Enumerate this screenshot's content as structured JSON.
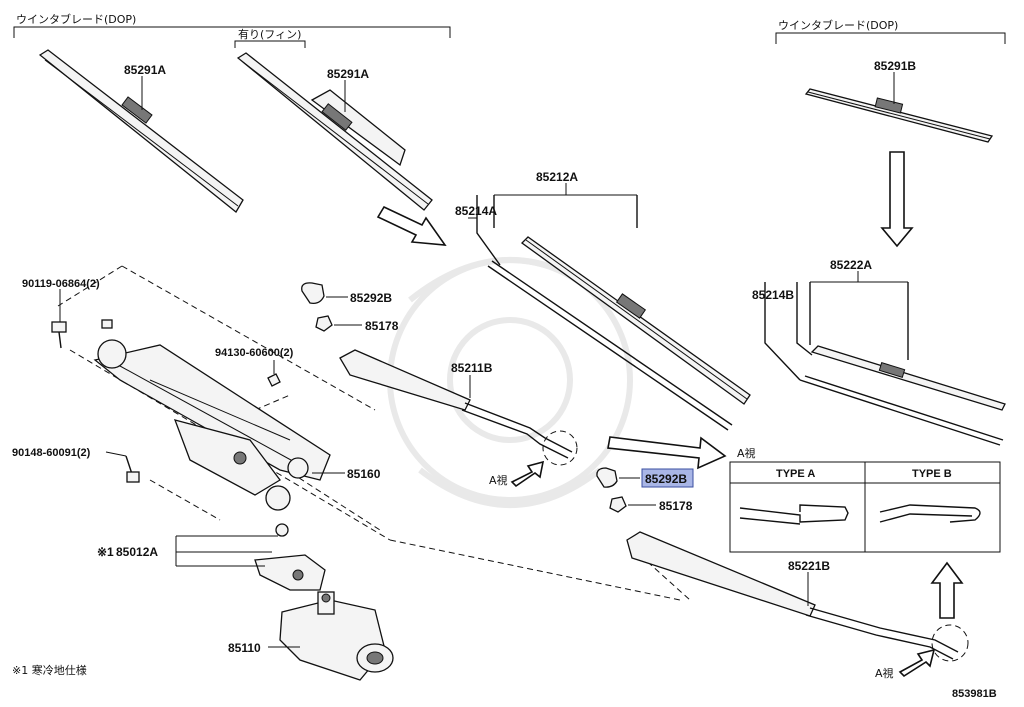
{
  "headers": {
    "left_blade_group": "ウインタブレード(DOP)",
    "left_blade_sub": "有り(フィン)",
    "right_blade_group": "ウインタブレード(DOP)"
  },
  "parts": {
    "blade_a_left": "85291A",
    "blade_a_right": "85291A",
    "blade_b": "85291B",
    "blade_assy_a": "85212A",
    "rubber_a": "85214A",
    "blade_assy_b": "85222A",
    "rubber_b": "85214B",
    "bolt_upper": "90119-06864(2)",
    "nut": "94130-60600(2)",
    "bolt_lower": "90148-60091(2)",
    "cap_upper": "85292B",
    "nut_upper": "85178",
    "arm_upper": "85211B",
    "link": "85160",
    "crank": "85012A",
    "crank_prefix": "※1",
    "motor": "85110",
    "cap_lower": "85292B",
    "nut_lower": "85178",
    "arm_lower": "85221B"
  },
  "view": {
    "a_view_label": "A視",
    "a_view_mark_upper": "A視",
    "a_view_mark_lower": "A視",
    "type_a": "TYPE A",
    "type_b": "TYPE B"
  },
  "footnote": "※1 寒冷地仕様",
  "diagram_id": "853981B",
  "colors": {
    "highlight": "#a9b6e6",
    "line": "#111111",
    "watermark": "#e9e9e9"
  }
}
